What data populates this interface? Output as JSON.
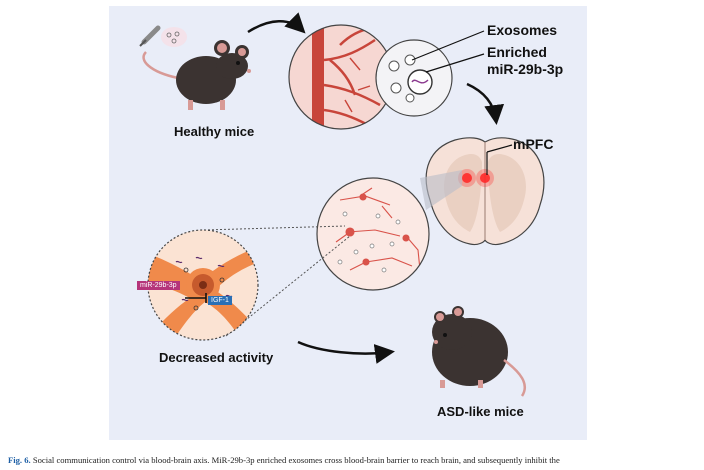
{
  "labels": {
    "healthy_mice": "Healthy mice",
    "exosomes": "Exosomes",
    "enriched_line1": "Enriched",
    "enriched_line2": "miR-29b-3p",
    "mpfc": "mPFC",
    "decreased_activity": "Decreased activity",
    "asd_like_mice": "ASD-like mice",
    "mir_tag": "miR-29b-3p",
    "igf_tag": "IGF-1"
  },
  "caption": {
    "label": "Fig. 6.",
    "text": " Social communication control via blood-brain axis. MiR-29b-3p enriched exosomes cross blood-brain barrier to reach brain, and subsequently inhibit the"
  },
  "colors": {
    "panel_bg": "#e9edf8",
    "mouse_body": "#3b3331",
    "mouse_pink": "#d89a96",
    "vessel_red": "#c8453a",
    "vessel_bg": "#f6d7d2",
    "neuron_red": "#d9534a",
    "cell_orange": "#f08a4b",
    "tag_magenta": "#b5347a",
    "tag_blue": "#2a6fb5",
    "caption_label": "#1d5fa5"
  }
}
